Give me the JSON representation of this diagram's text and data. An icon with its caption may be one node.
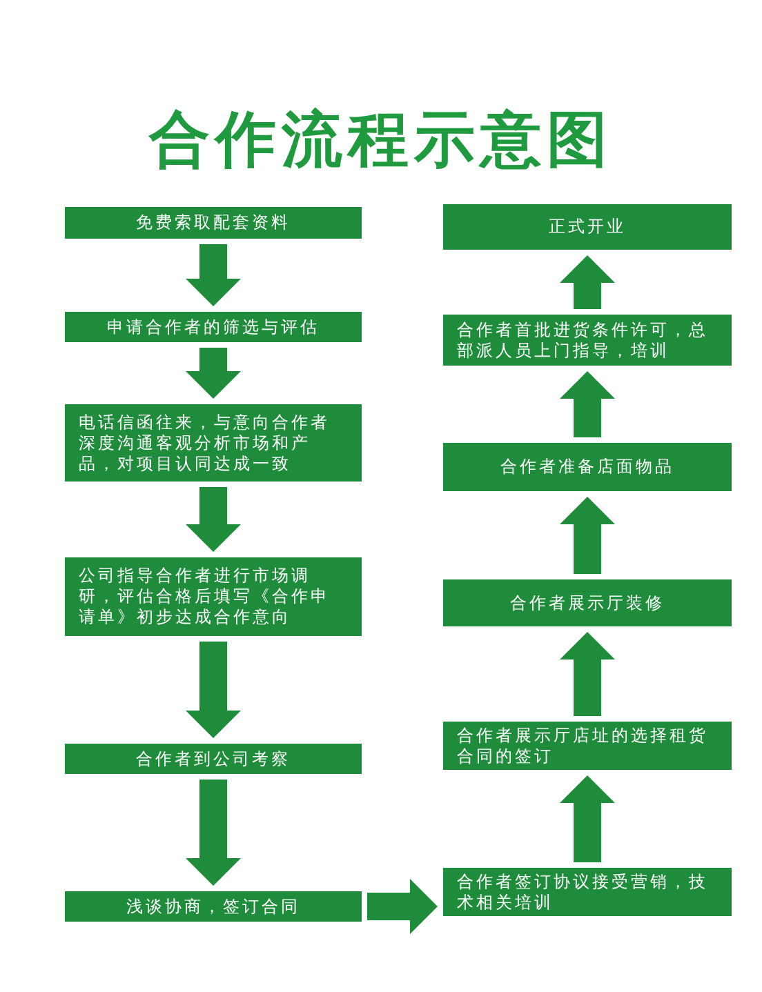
{
  "diagram": {
    "title": "合作流程示意图",
    "nodes": [
      {
        "text": [
          "免费索取配套资料"
        ]
      },
      {
        "text": [
          "申请合作者的筛选与评估"
        ]
      },
      {
        "text": [
          "电话信函往来，与意向合作者深度沟通客观分析市场和产品，对项目认同达成一致"
        ]
      },
      {
        "text": [
          "公司指导合作者进行市场调研，评估合格后填写《合作申请单》初步达成合作意向"
        ]
      },
      {
        "text": [
          "合作者到公司考察"
        ]
      },
      {
        "text": [
          "浅谈协商，签订合同"
        ]
      },
      {
        "text": [
          "合作者签订协议接受营销，技术相关培训"
        ]
      },
      {
        "text": [
          "合作者展示厅店址的选择租货合同的签订"
        ]
      },
      {
        "text": [
          "合作者展示厅装修"
        ]
      },
      {
        "text": [
          "合作者准备店面物品"
        ]
      },
      {
        "text": [
          "合作者首批进货条件许可，总部派人员上门指导，培训"
        ]
      },
      {
        "text": [
          "正式开业"
        ]
      }
    ],
    "edges": [
      {
        "from": 0,
        "to": 1,
        "arrow": "to"
      },
      {
        "from": 1,
        "to": 2,
        "arrow": "to"
      },
      {
        "from": 2,
        "to": 3,
        "arrow": "to"
      },
      {
        "from": 3,
        "to": 4,
        "arrow": "to"
      },
      {
        "from": 4,
        "to": 5,
        "arrow": "to"
      },
      {
        "from": 5,
        "to": 6,
        "arrow": "to"
      },
      {
        "from": 6,
        "to": 7,
        "arrow": "to"
      },
      {
        "from": 7,
        "to": 8,
        "arrow": "to"
      },
      {
        "from": 8,
        "to": 9,
        "arrow": "to"
      },
      {
        "from": 9,
        "to": 10,
        "arrow": "to"
      },
      {
        "from": 10,
        "to": 11,
        "arrow": "to"
      }
    ]
  }
}
